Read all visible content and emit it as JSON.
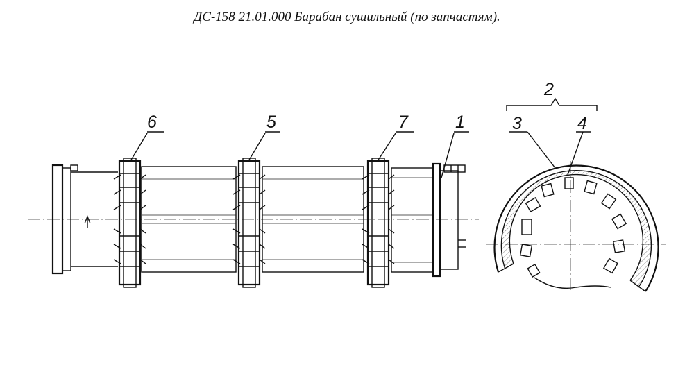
{
  "title": "ДС-158 21.01.000 Барабан сушильный (по запчастям).",
  "callouts": {
    "c1": "1",
    "c2": "2",
    "c3": "3",
    "c4": "4",
    "c5": "5",
    "c6": "6",
    "c7": "7"
  }
}
